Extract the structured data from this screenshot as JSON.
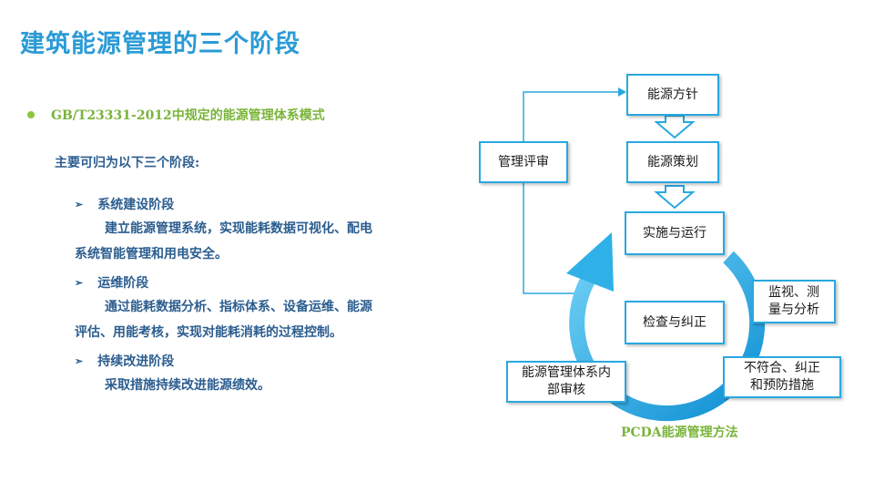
{
  "title": "建筑能源管理的三个阶段",
  "bullet": "GB/T23331-2012中规定的能源管理体系模式",
  "intro": "主要可归为以下三个阶段:",
  "stages": [
    {
      "head": "系统建设阶段",
      "desc_line1": "建立能源管理系统，实现能耗数据可视化、配电",
      "desc_line2": "系统智能管理和用电安全。"
    },
    {
      "head": "运维阶段",
      "desc_line1": "通过能耗数据分析、指标体系、设备运维、能源",
      "desc_line2": "评估、用能考核，实现对能耗消耗的过程控制。"
    },
    {
      "head": "持续改进阶段",
      "desc_line1": "采取措施持续改进能源绩效。"
    }
  ],
  "diagram": {
    "policy": "能源方针",
    "planning": "能源策划",
    "review": "管理评审",
    "implement": "实施与运行",
    "monitor_line1": "监视、测",
    "monitor_line2": "量与分析",
    "check": "检查与纠正",
    "nonconform_line1": "不符合、纠正",
    "nonconform_line2": "和预防措施",
    "audit_line1": "能源管理体系内",
    "audit_line2": "部审核",
    "caption": "PCDA能源管理方法"
  },
  "colors": {
    "title": "#2b9bd6",
    "bullet_dot": "#8cc63e",
    "accent_green": "#7ab43a",
    "body_text": "#2b5d8f",
    "box_border": "#29a8e0"
  }
}
